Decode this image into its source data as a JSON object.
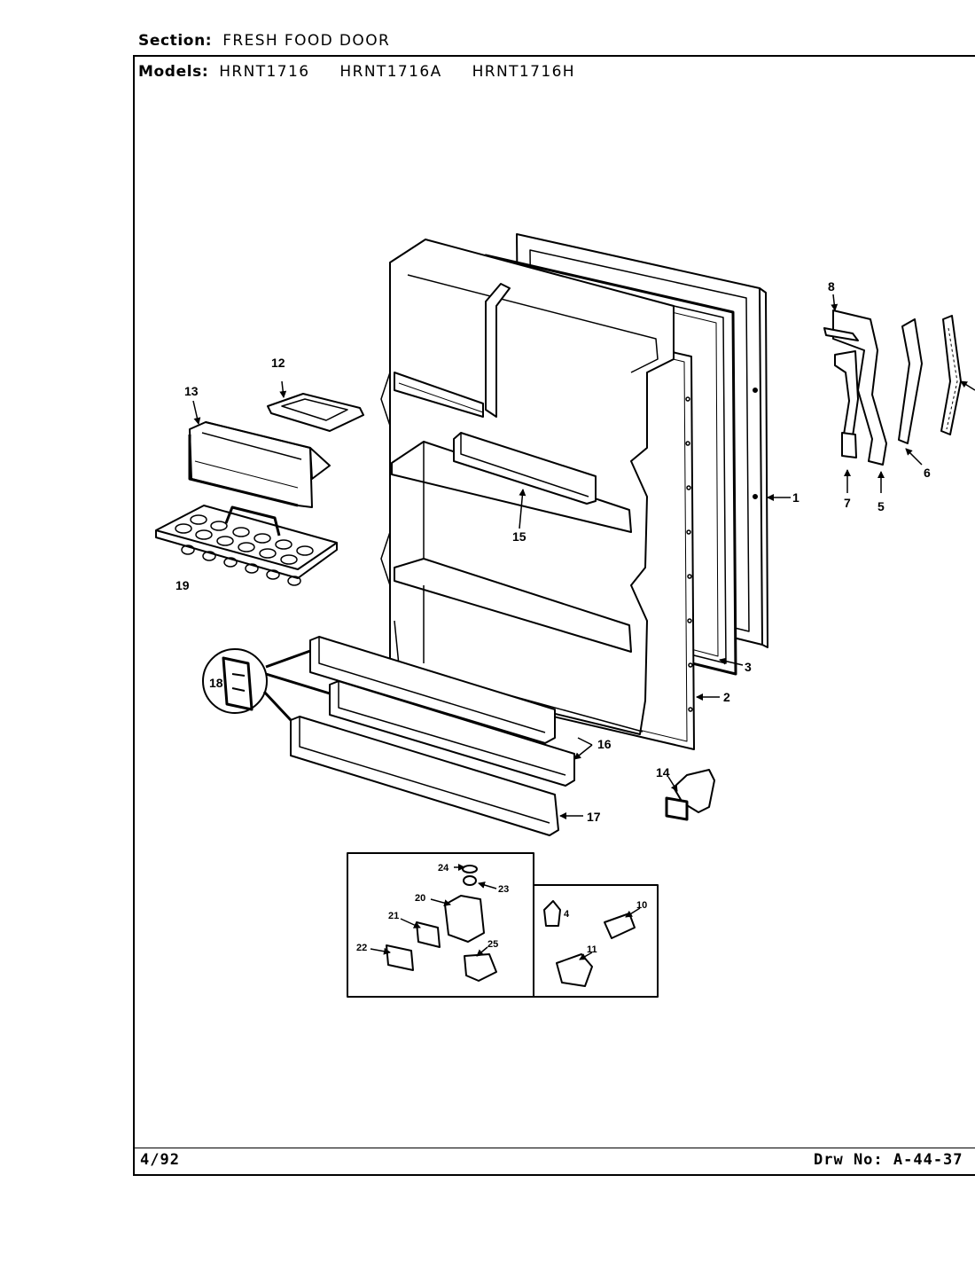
{
  "header": {
    "section_label": "Section:",
    "section_value": "FRESH FOOD DOOR",
    "models_label": "Models:",
    "models": [
      "HRNT1716",
      "HRNT1716A",
      "HRNT1716H"
    ]
  },
  "footer": {
    "date": "4/92",
    "drawing_number": "Drw No: A-44-37"
  },
  "callouts": {
    "c1": "1",
    "c2": "2",
    "c3": "3",
    "c4": "4",
    "c5": "5",
    "c6": "6",
    "c7": "7",
    "c8": "8",
    "c10": "10",
    "c11": "11",
    "c12": "12",
    "c13": "13",
    "c14": "14",
    "c15": "15",
    "c16": "16",
    "c17": "17",
    "c18": "18",
    "c19": "19",
    "c20": "20",
    "c21": "21",
    "c22": "22",
    "c23": "23",
    "c24": "24",
    "c25": "25"
  }
}
